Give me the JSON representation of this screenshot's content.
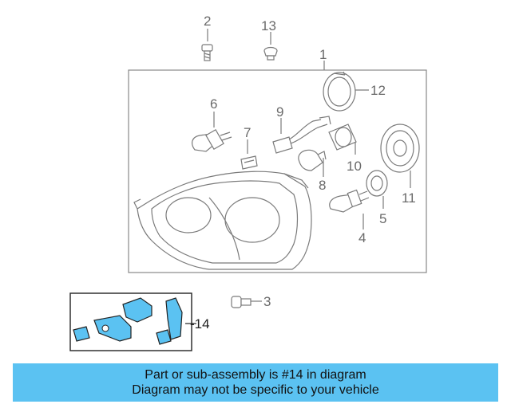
{
  "diagram": {
    "callouts": {
      "c1": "1",
      "c2": "2",
      "c3": "3",
      "c4": "4",
      "c5": "5",
      "c6": "6",
      "c7": "7",
      "c8": "8",
      "c9": "9",
      "c10": "10",
      "c11": "11",
      "c12": "12",
      "c13": "13",
      "c14": "-14"
    },
    "highlight_color": "#5bc2f2"
  },
  "banner": {
    "line1": "Part or sub-assembly is #14 in diagram",
    "line2": "Diagram may not be specific to your vehicle"
  }
}
